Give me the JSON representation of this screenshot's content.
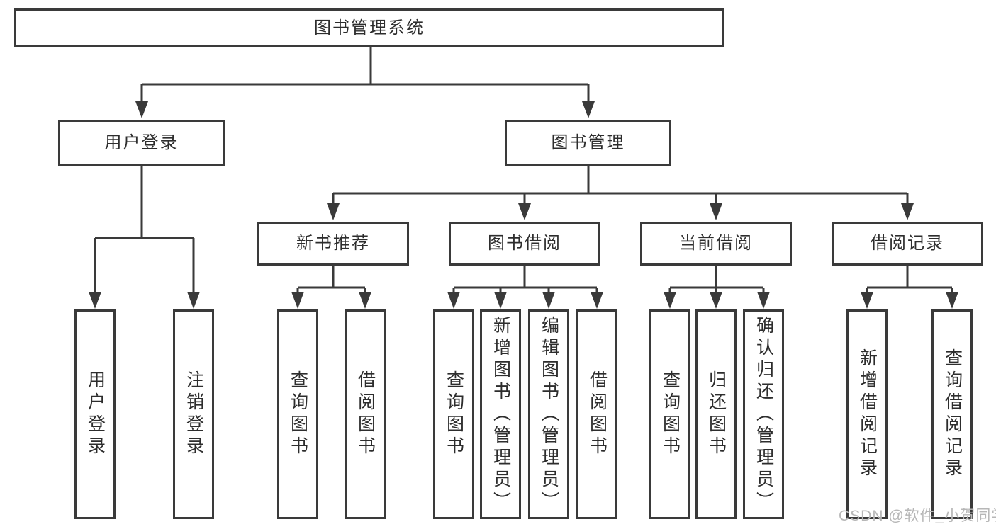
{
  "diagram": {
    "tree": {
      "root": {
        "label": "图书管理系统",
        "children": [
          {
            "label": "用户登录",
            "children": [
              {
                "label": "用户登录"
              },
              {
                "label": "注销登录"
              }
            ]
          },
          {
            "label": "图书管理",
            "children": [
              {
                "label": "新书推荐",
                "children": [
                  {
                    "label": "查询图书"
                  },
                  {
                    "label": "借阅图书"
                  }
                ]
              },
              {
                "label": "图书借阅",
                "children": [
                  {
                    "label": "查询图书"
                  },
                  {
                    "label": "新增图书（管理员）"
                  },
                  {
                    "label": "编辑图书（管理员）"
                  },
                  {
                    "label": "借阅图书"
                  }
                ]
              },
              {
                "label": "当前借阅",
                "children": [
                  {
                    "label": "查询图书"
                  },
                  {
                    "label": "归还图书"
                  },
                  {
                    "label": "确认归还（管理员）"
                  }
                ]
              },
              {
                "label": "借阅记录",
                "children": [
                  {
                    "label": "新增借阅记录"
                  },
                  {
                    "label": "查询借阅记录"
                  }
                ]
              }
            ]
          }
        ]
      }
    }
  },
  "watermark": {
    "text": "CSDN @软件_小贺同学"
  },
  "colors": {
    "line": "#3a3a3a",
    "text": "#2d2d2d",
    "watermark": "#b7b7b7",
    "background": "#ffffff"
  }
}
